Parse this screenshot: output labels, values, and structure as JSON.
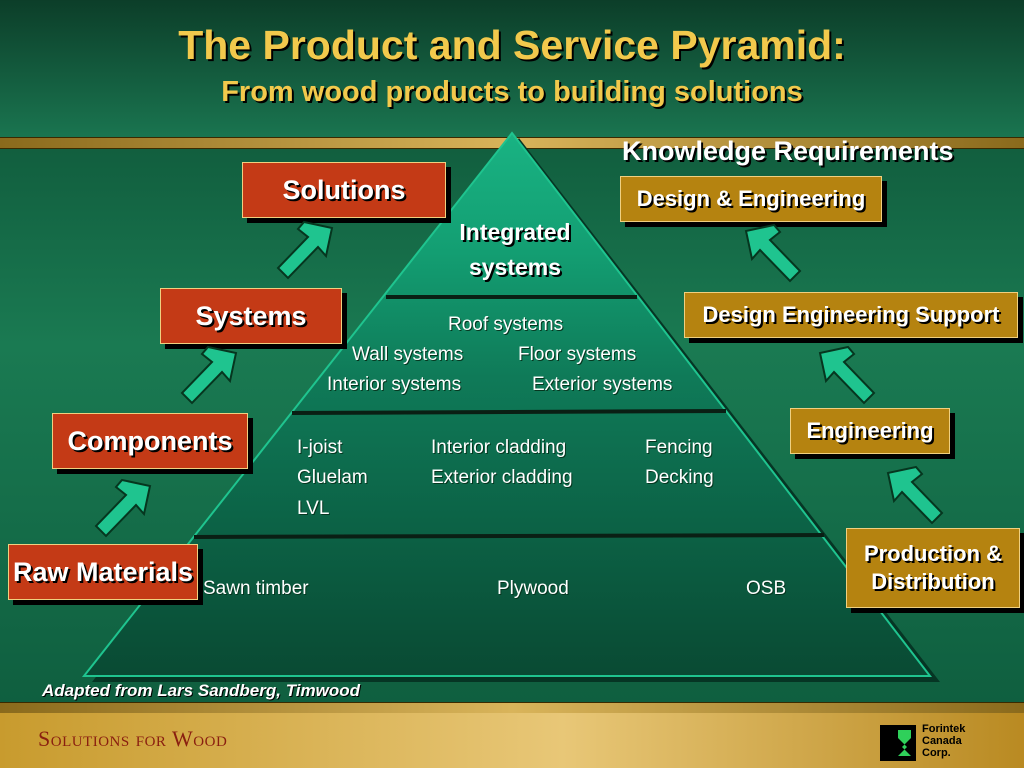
{
  "slide": {
    "title": "The Product and Service Pyramid:",
    "subtitle": "From wood products to building solutions",
    "credit": "Adapted from Lars Sandberg, Timwood"
  },
  "pyramid": {
    "tier1": [
      "Integrated",
      "systems"
    ],
    "tier2": {
      "row1": [
        "Roof systems"
      ],
      "row2": [
        "Wall systems",
        "Floor systems"
      ],
      "row3": [
        "Interior systems",
        "Exterior systems"
      ]
    },
    "tier3": {
      "col1": [
        "I-joist",
        "Gluelam",
        "LVL"
      ],
      "col2": [
        "Interior cladding",
        "Exterior cladding"
      ],
      "col3": [
        "Fencing",
        "Decking"
      ]
    },
    "tier4": [
      "Sawn timber",
      "Plywood",
      "OSB"
    ]
  },
  "left_column": {
    "solutions": "Solutions",
    "systems": "Systems",
    "components": "Components",
    "raw_materials": "Raw Materials"
  },
  "right_column": {
    "heading": "Knowledge Requirements",
    "design_engineering": "Design & Engineering",
    "design_engineering_support": "Design Engineering Support",
    "engineering": "Engineering",
    "production_distribution": [
      "Production  &",
      "Distribution"
    ]
  },
  "footer": {
    "brand": "Solutions for Wood",
    "logo_lines": [
      "Forintek",
      "Canada",
      "Corp."
    ]
  },
  "colors": {
    "background": "#0d5a3c",
    "title": "#f2c94c",
    "red_box": "#c43a16",
    "gold_box": "#b58310",
    "arrow": "#1fc48f",
    "pyramid_top": "#14a57a"
  }
}
